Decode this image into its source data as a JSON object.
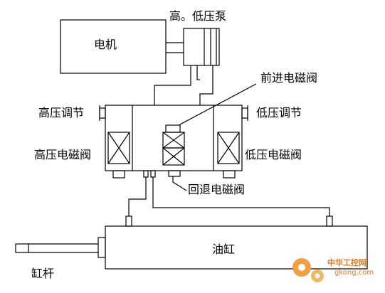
{
  "labels": {
    "motor": "电机",
    "pump": "高。低压泵",
    "forward_valve": "前进电磁阀",
    "hp_adjust": "高压调节",
    "lp_adjust": "低压调节",
    "hp_valve": "高压电磁阀",
    "lp_valve": "低压电磁阀",
    "return_valve": "回退电磁阀",
    "cylinder": "油缸",
    "rod": "缸杆"
  },
  "watermark": {
    "brand": "中华工控网",
    "url": "gkong.com"
  },
  "colors": {
    "line": "#000000",
    "watermark": "#e07818"
  }
}
